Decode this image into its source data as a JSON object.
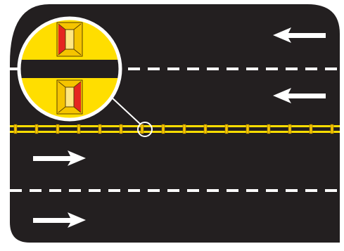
{
  "colors": {
    "background": "#ffffff",
    "road": "#231f20",
    "lane_stripe": "#ffffff",
    "center_line": "#ffde00",
    "marker_body": "#f5c400",
    "marker_face_light": "#ffe680",
    "marker_reflector_red": "#e52520",
    "arrow": "#ffffff",
    "callout_ring": "#ffffff"
  },
  "lanes": [
    {
      "lane": "upper-lane-1",
      "travel_direction": "left"
    },
    {
      "lane": "upper-lane-2",
      "travel_direction": "left"
    },
    {
      "lane": "lower-lane-1",
      "travel_direction": "right"
    },
    {
      "lane": "lower-lane-2",
      "travel_direction": "right"
    }
  ],
  "markings": {
    "lane_separator": "white-dashed",
    "center_line": "double-yellow-with-raised-pavement-markers"
  },
  "icons": {
    "arrows": [
      "arrow-left-icon",
      "arrow-left-icon",
      "arrow-right-icon",
      "arrow-right-icon"
    ],
    "markers": [
      "raised-pavement-marker-icon"
    ]
  }
}
